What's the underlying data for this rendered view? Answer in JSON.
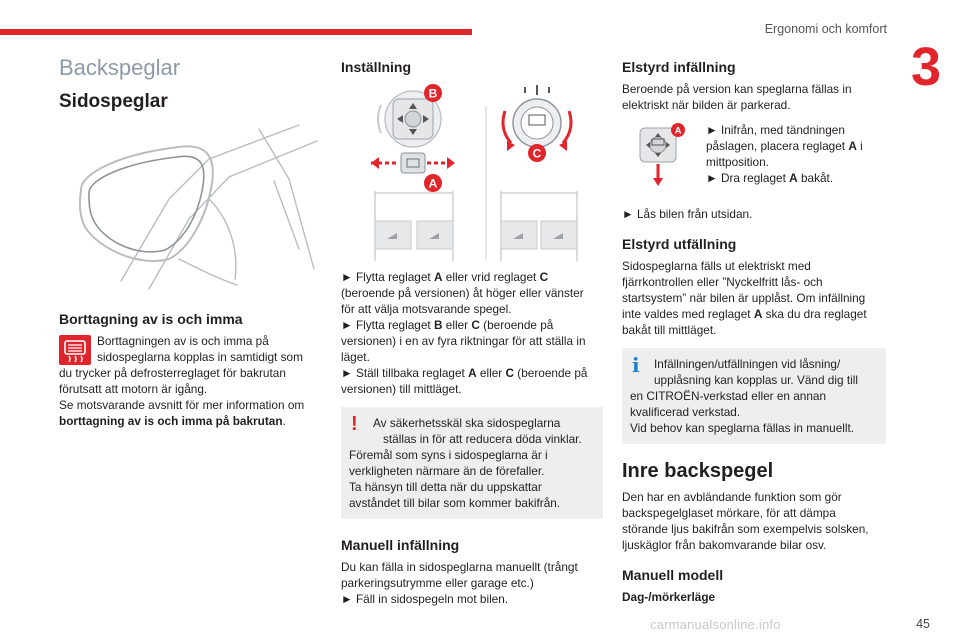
{
  "header": {
    "section": "Ergonomi och komfort",
    "chapter": "3",
    "page": "45",
    "watermark": "carmanualsonline.info"
  },
  "colors": {
    "accent": "#e2242b",
    "info": "#1e7fc4",
    "title_gray": "#8e9aa7"
  },
  "col1": {
    "title": "Backspeglar",
    "subtitle": "Sidospeglar",
    "defrost_heading": "Borttagning av is och imma",
    "defrost_icon": "rear-defrost-icon",
    "defrost_p1_l1": "Borttagningen av is och imma på",
    "defrost_p1_l2": "sidospeglarna kopplas in samtidigt som",
    "defrost_p1_l3": "du trycker på defrosterreglaget för bakrutan",
    "defrost_p1_l4": "förutsatt att motorn är igång.",
    "defrost_p2_l1": "Se motsvarande avsnitt för mer information om",
    "defrost_p2_l2": "borttagning av is och imma på bakrutan",
    "defrost_p2_end": "."
  },
  "col2": {
    "heading": "Inställning",
    "label_a": "A",
    "label_b": "B",
    "label_c": "C",
    "step1_a": "► Flytta reglaget ",
    "step1_b": " eller vrid reglaget ",
    "step1_c": "(beroende på versionen) åt höger eller vänster",
    "step1_d": "för att välja motsvarande spegel.",
    "step2_a": "► Flytta reglaget ",
    "step2_b": " eller ",
    "step2_c": " (beroende på",
    "step2_d": "versionen) i en av fyra riktningar för att ställa in",
    "step2_e": "läget.",
    "step3_a": "► Ställ tillbaka reglaget ",
    "step3_b": " eller ",
    "step3_c": " (beroende på",
    "step3_d": "versionen) till mittläget.",
    "warn_mark": "!",
    "warn_l1": "Av säkerhetsskäl ska sidospeglarna",
    "warn_l2": "ställas in för att reducera döda vinklar.",
    "warn_l3": "Föremål som syns i sidospeglarna är i",
    "warn_l4": "verkligheten närmare än de förefaller.",
    "warn_l5": "Ta hänsyn till detta när du uppskattar",
    "warn_l6": "avståndet till bilar som kommer bakifrån.",
    "manual_heading": "Manuell infällning",
    "manual_l1": "Du kan fälla in sidospeglarna manuellt (trångt",
    "manual_l2": "parkeringsutrymme eller garage etc.)",
    "manual_l3": "► Fäll in sidospegeln mot bilen."
  },
  "col3": {
    "fold_heading": "Elstyrd infällning",
    "fold_l1": "Beroende på version kan speglarna fällas in",
    "fold_l2": "elektriskt när bilden är parkerad.",
    "fold_step1_l1": "► Inifrån, med tändningen",
    "fold_step1_l2": "påslagen, placera reglaget ",
    "fold_step1_l2_end": " i",
    "fold_step1_l3": "mittposition.",
    "fold_step2_a": "► Dra reglaget ",
    "fold_step2_b": " bakåt.",
    "fold_step3": "► Lås bilen från utsidan.",
    "unfold_heading": "Elstyrd utfällning",
    "unfold_l1": "Sidospeglarna fälls ut elektriskt med",
    "unfold_l2": "fjärrkontrollen eller ”Nyckelfritt lås- och",
    "unfold_l3": "startsystem” när bilen är upplåst. Om infällning",
    "unfold_l4a": "inte valdes med reglaget ",
    "unfold_l4b": " ska du dra reglaget",
    "unfold_l5": "bakåt till mittläget.",
    "info_mark": "i",
    "info_l1": "Infällningen/utfällningen vid låsning/",
    "info_l2": "upplåsning kan kopplas ur. Vänd dig till",
    "info_l3": "en CITROËN-verkstad eller en annan",
    "info_l4": "kvalificerad verkstad.",
    "info_l5": "Vid behov kan speglarna fällas in manuellt.",
    "inner_heading": "Inre backspegel",
    "inner_l1": "Den har en avbländande funktion som gör",
    "inner_l2": "backspegelglaset mörkare, för att dämpa",
    "inner_l3": "störande ljus bakifrån som exempelvis solsken,",
    "inner_l4": "ljuskäglor från bakomvarande bilar osv.",
    "manual_model": "Manuell modell",
    "daynight": "Dag-/mörkerläge"
  }
}
